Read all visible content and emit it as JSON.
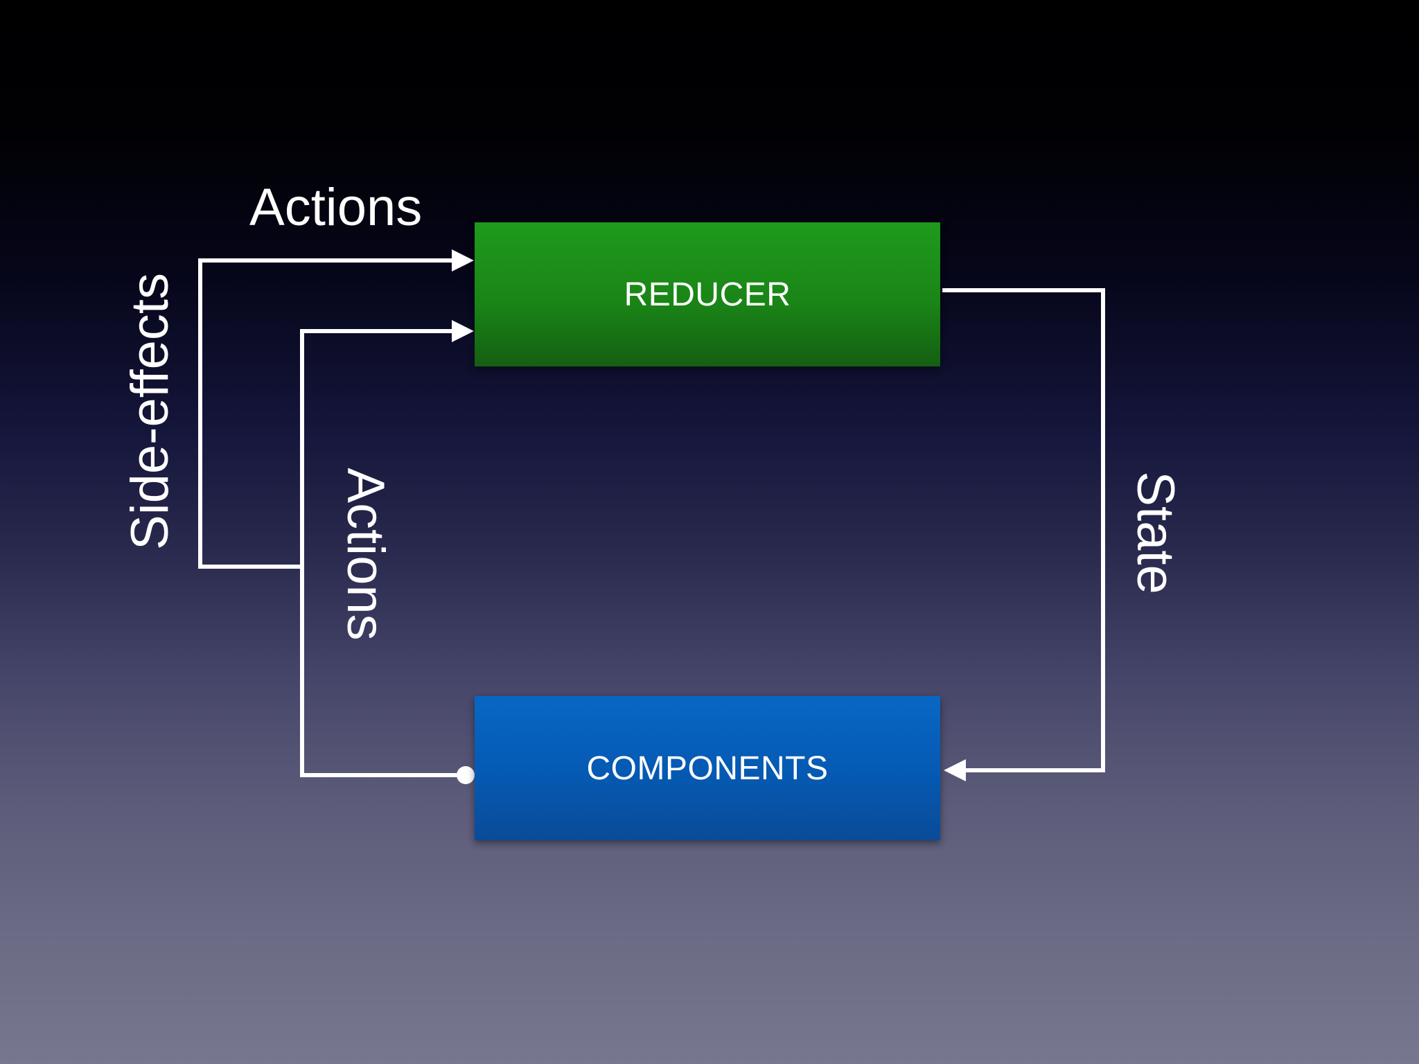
{
  "diagram": {
    "nodes": {
      "reducer": "REDUCER",
      "components": "COMPONENTS"
    },
    "edges": {
      "actions_top": "Actions",
      "side_effects": "Side-effects",
      "actions_side": "Actions",
      "state": "State"
    },
    "colors": {
      "reducer": "#1a8517",
      "components": "#0559b2",
      "lines": "#ffffff"
    }
  }
}
